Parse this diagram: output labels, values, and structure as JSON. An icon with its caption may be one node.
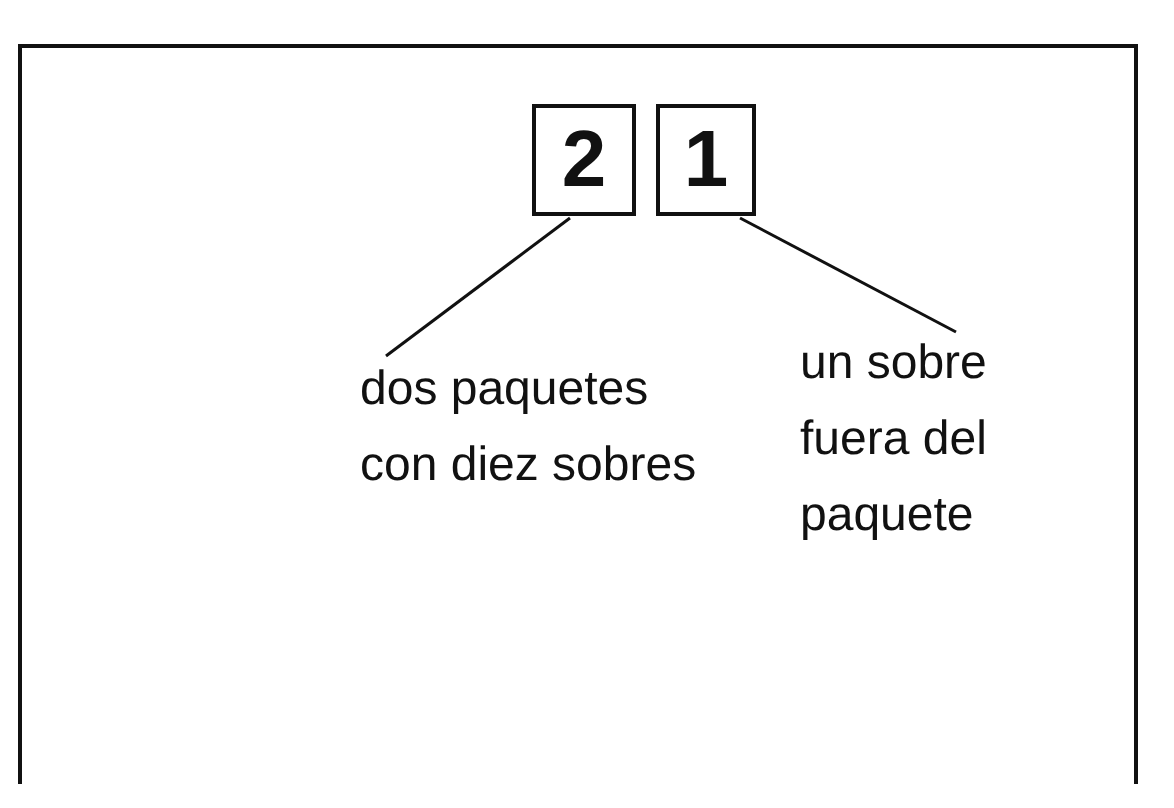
{
  "diagram": {
    "nodes": [
      {
        "text": [
          "2"
        ]
      },
      {
        "text": [
          "1"
        ]
      },
      {
        "text": [
          "dos paquetes con diez sobres"
        ]
      },
      {
        "text": [
          "un sobre fuera del paquete"
        ]
      }
    ],
    "edges": [
      {
        "from": 0,
        "to": 2,
        "arrow": "none"
      },
      {
        "from": 1,
        "to": 3,
        "arrow": "none"
      }
    ]
  }
}
